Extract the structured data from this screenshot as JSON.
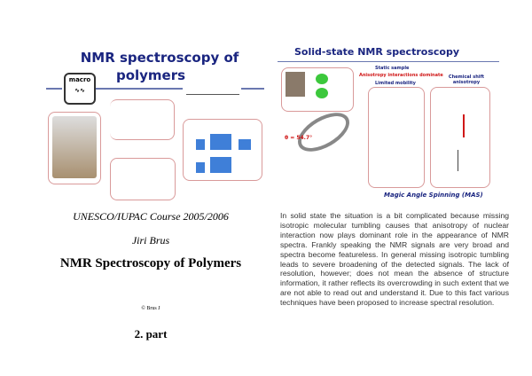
{
  "slide1": {
    "title_line1": "NMR spectroscopy of",
    "title_line2": "polymers",
    "logo_text": "macro"
  },
  "slide2": {
    "title": "Solid-state NMR spectroscopy",
    "static_sample": "Static sample",
    "anisotropy": "Anisotropy interactions dominate",
    "limited_mobility": "Limited mobility",
    "csa": "Chemical shift anisotropy",
    "angle": "θ = 54.7°",
    "mas": "Magic Angle Spinning (MAS)"
  },
  "left_caption": {
    "course": "UNESCO/IUPAC Course 2005/2006",
    "author": "Jiri Brus",
    "title": "NMR Spectroscopy of Polymers",
    "copyright": "© Brus J",
    "part": "2. part"
  },
  "paragraph": "In solid state the situation is a bit complicated because missing isotropic molecular tumbling causes that anisotropy of nuclear interaction now plays dominant role in the appearance of NMR spectra. Frankly speaking the NMR signals are very broad and spectra become featureless. In general missing isotropic tumbling leads to severe broadening of the detected signals. The lack of resolution, however; does not mean the absence of structure information, it rather reflects its overcrowding in such extent that we are not able to read out and understand it. Due to this fact various techniques have been proposed to increase spectral resolution."
}
